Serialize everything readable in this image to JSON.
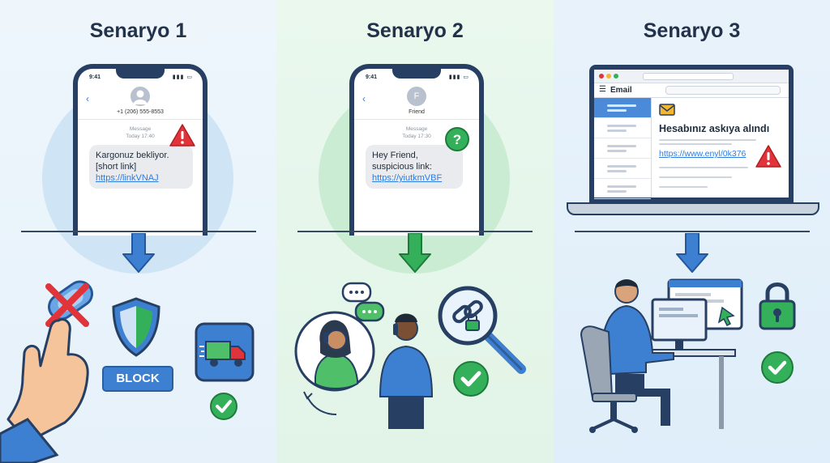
{
  "scenarios": [
    {
      "title": "Senaryo 1",
      "phone": {
        "time": "9:41",
        "contact": "+1 (206) 555-8553",
        "message_label": "Message",
        "timestamp": "Today 17:40",
        "text_line1": "Kargonuz bekliyor.",
        "text_line2": "[short link]",
        "link": "https://linkVNAJ"
      },
      "block_label": "BLOCK"
    },
    {
      "title": "Senaryo 2",
      "phone": {
        "time": "9:41",
        "avatar_letter": "F",
        "contact": "Friend",
        "message_label": "Message",
        "timestamp": "Today 17:30",
        "text_line1": "Hey Friend,",
        "text_line2": "suspicious link:",
        "link": "https://yiutkmVBF"
      }
    },
    {
      "title": "Senaryo 3",
      "email": {
        "app_label": "Email",
        "subject": "Hesabınız askıya alındı",
        "link": "https://www.enyl/0k376"
      }
    }
  ],
  "colors": {
    "navy": "#263f63",
    "blue": "#3d7fd0",
    "green": "#35b05a",
    "red": "#e0343a",
    "panel1_bg": "#eef6fc",
    "panel2_bg": "#eaf8ee",
    "panel3_bg": "#e8f2fb"
  }
}
